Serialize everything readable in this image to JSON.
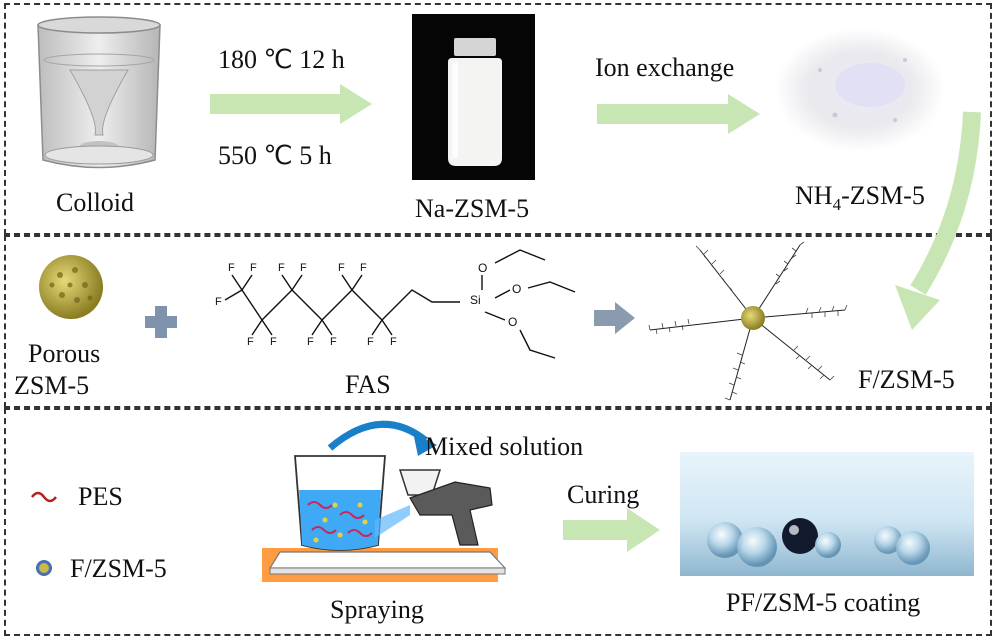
{
  "panel1": {
    "colloid_label": "Colloid",
    "condition1": "180 ℃ 12 h",
    "condition2": "550 ℃ 5 h",
    "na_zsm5_label": "Na-ZSM-5",
    "ion_exchange_label": "Ion exchange",
    "nh4_prefix": "NH",
    "nh4_sub": "4",
    "nh4_suffix": "-ZSM-5"
  },
  "panel2": {
    "porous_label_line1": "Porous",
    "porous_label_line2": "ZSM-5",
    "fas_label": "FAS",
    "fzsm5_label": "F/ZSM-5",
    "atom_f": "F",
    "atom_si": "Si",
    "atom_o": "O"
  },
  "panel3": {
    "legend_pes": "PES",
    "legend_fzsm5": "F/ZSM-5",
    "mixed_solution_label": "Mixed solution",
    "spraying_label": "Spraying",
    "curing_label": "Curing",
    "coating_label": "PF/ZSM-5 coating"
  },
  "colors": {
    "green_arrow": "#c8e6b4",
    "gray_arrow": "#8a9bb0",
    "pes_red": "#b52020",
    "zsm_gold": "#b8a640",
    "plus_blue": "#7f93ad"
  }
}
